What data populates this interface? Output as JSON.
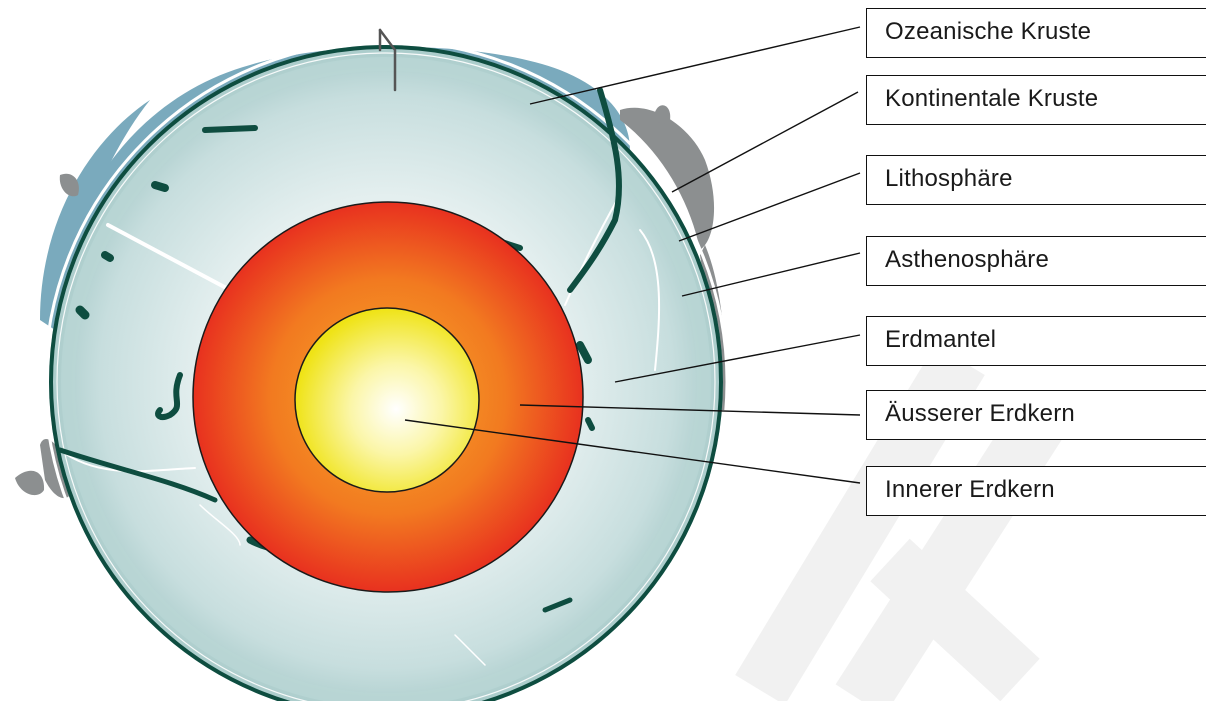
{
  "colors": {
    "ocean_crust": "#7aaabd",
    "continental_crust": "#8c8f90",
    "lithosphere_line": "#0e4d40",
    "mantle_inner": "#e9f3f3",
    "mantle_outer": "#a9cbca",
    "outer_core_center": "#f6a125",
    "outer_core_edge": "#e8311f",
    "inner_core_center": "#ffffff",
    "inner_core_edge": "#efe316",
    "leader_line": "#111111",
    "watermark": "#f1f1f1"
  },
  "labels": [
    {
      "id": "ozeanische-kruste",
      "text": "Ozeanische Kruste"
    },
    {
      "id": "kontinentale-kruste",
      "text": "Kontinentale Kruste"
    },
    {
      "id": "lithosphaere",
      "text": "Lithosphäre"
    },
    {
      "id": "asthenosphaere",
      "text": "Asthenosphäre"
    },
    {
      "id": "erdmantel",
      "text": "Erdmantel"
    },
    {
      "id": "aeusserer-erdkern",
      "text": "Äusserer Erdkern"
    },
    {
      "id": "innerer-erdkern",
      "text": "Innerer Erdkern"
    }
  ]
}
